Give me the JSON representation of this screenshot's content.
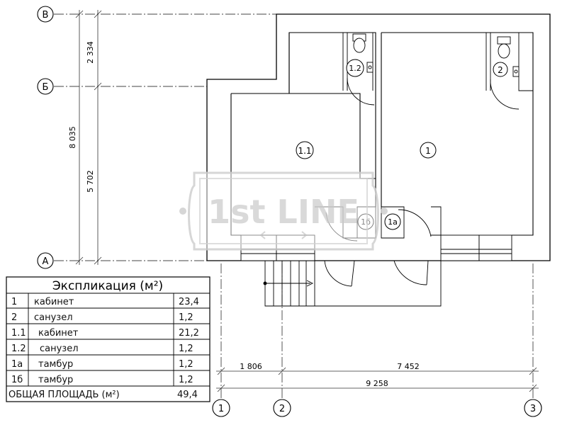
{
  "axes": {
    "rows": [
      "В",
      "Б",
      "А"
    ],
    "cols": [
      "1",
      "2",
      "3"
    ]
  },
  "dimensions": {
    "vertical": [
      "2 334",
      "5 702",
      "8 035"
    ],
    "horizontal": [
      "1 806",
      "7 452",
      "9 258"
    ]
  },
  "rooms": [
    "1.1",
    "1",
    "1.2",
    "2",
    "1б",
    "1а"
  ],
  "watermark": "1st LINE",
  "explication": {
    "title": "Экспликация (м²)",
    "rows": [
      [
        "1",
        "кабинет",
        "23,4"
      ],
      [
        "2",
        "санузел",
        "1,2"
      ],
      [
        "1.1",
        "кабинет",
        "21,2"
      ],
      [
        "1.2",
        "санузел",
        "1,2"
      ],
      [
        "1а",
        "тамбур",
        "1,2"
      ],
      [
        "1б",
        "тамбур",
        "1,2"
      ]
    ],
    "total_label": "ОБЩАЯ ПЛОЩАДЬ (м²)",
    "total_value": "49,4"
  }
}
